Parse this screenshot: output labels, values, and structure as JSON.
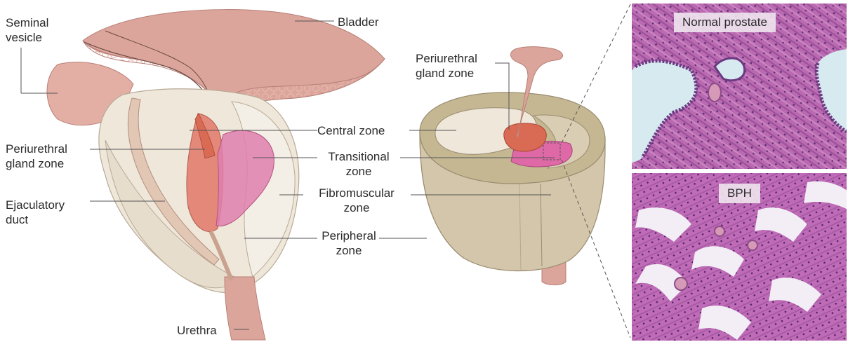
{
  "labels": {
    "seminal_vesicle": [
      "Seminal",
      "vesicle"
    ],
    "bladder": "Bladder",
    "periurethral_left": [
      "Periurethral",
      "gland zone"
    ],
    "ejaculatory_duct": [
      "Ejaculatory",
      "duct"
    ],
    "urethra": "Urethra",
    "central_zone": "Central zone",
    "transitional_zone": [
      "Transitional",
      "zone"
    ],
    "fibromuscular_zone": [
      "Fibromuscular",
      "zone"
    ],
    "peripheral_zone": [
      "Peripheral",
      "zone"
    ],
    "periurethral_right": [
      "Periurethral",
      "gland zone"
    ]
  },
  "panels": {
    "normal": "Normal prostate",
    "bph": "BPH"
  },
  "colors": {
    "bladder": "#dca59b",
    "prostate_body": "#efe7da",
    "central_zone": "#e4897a",
    "transitional_zone": "#df7fae",
    "periurethral": "#d96b55",
    "section_side": "#d3c6ab",
    "section_top": "#c4b792",
    "histology_stroma": "#b85fb0",
    "histology_gland": "#d7eaf0"
  }
}
